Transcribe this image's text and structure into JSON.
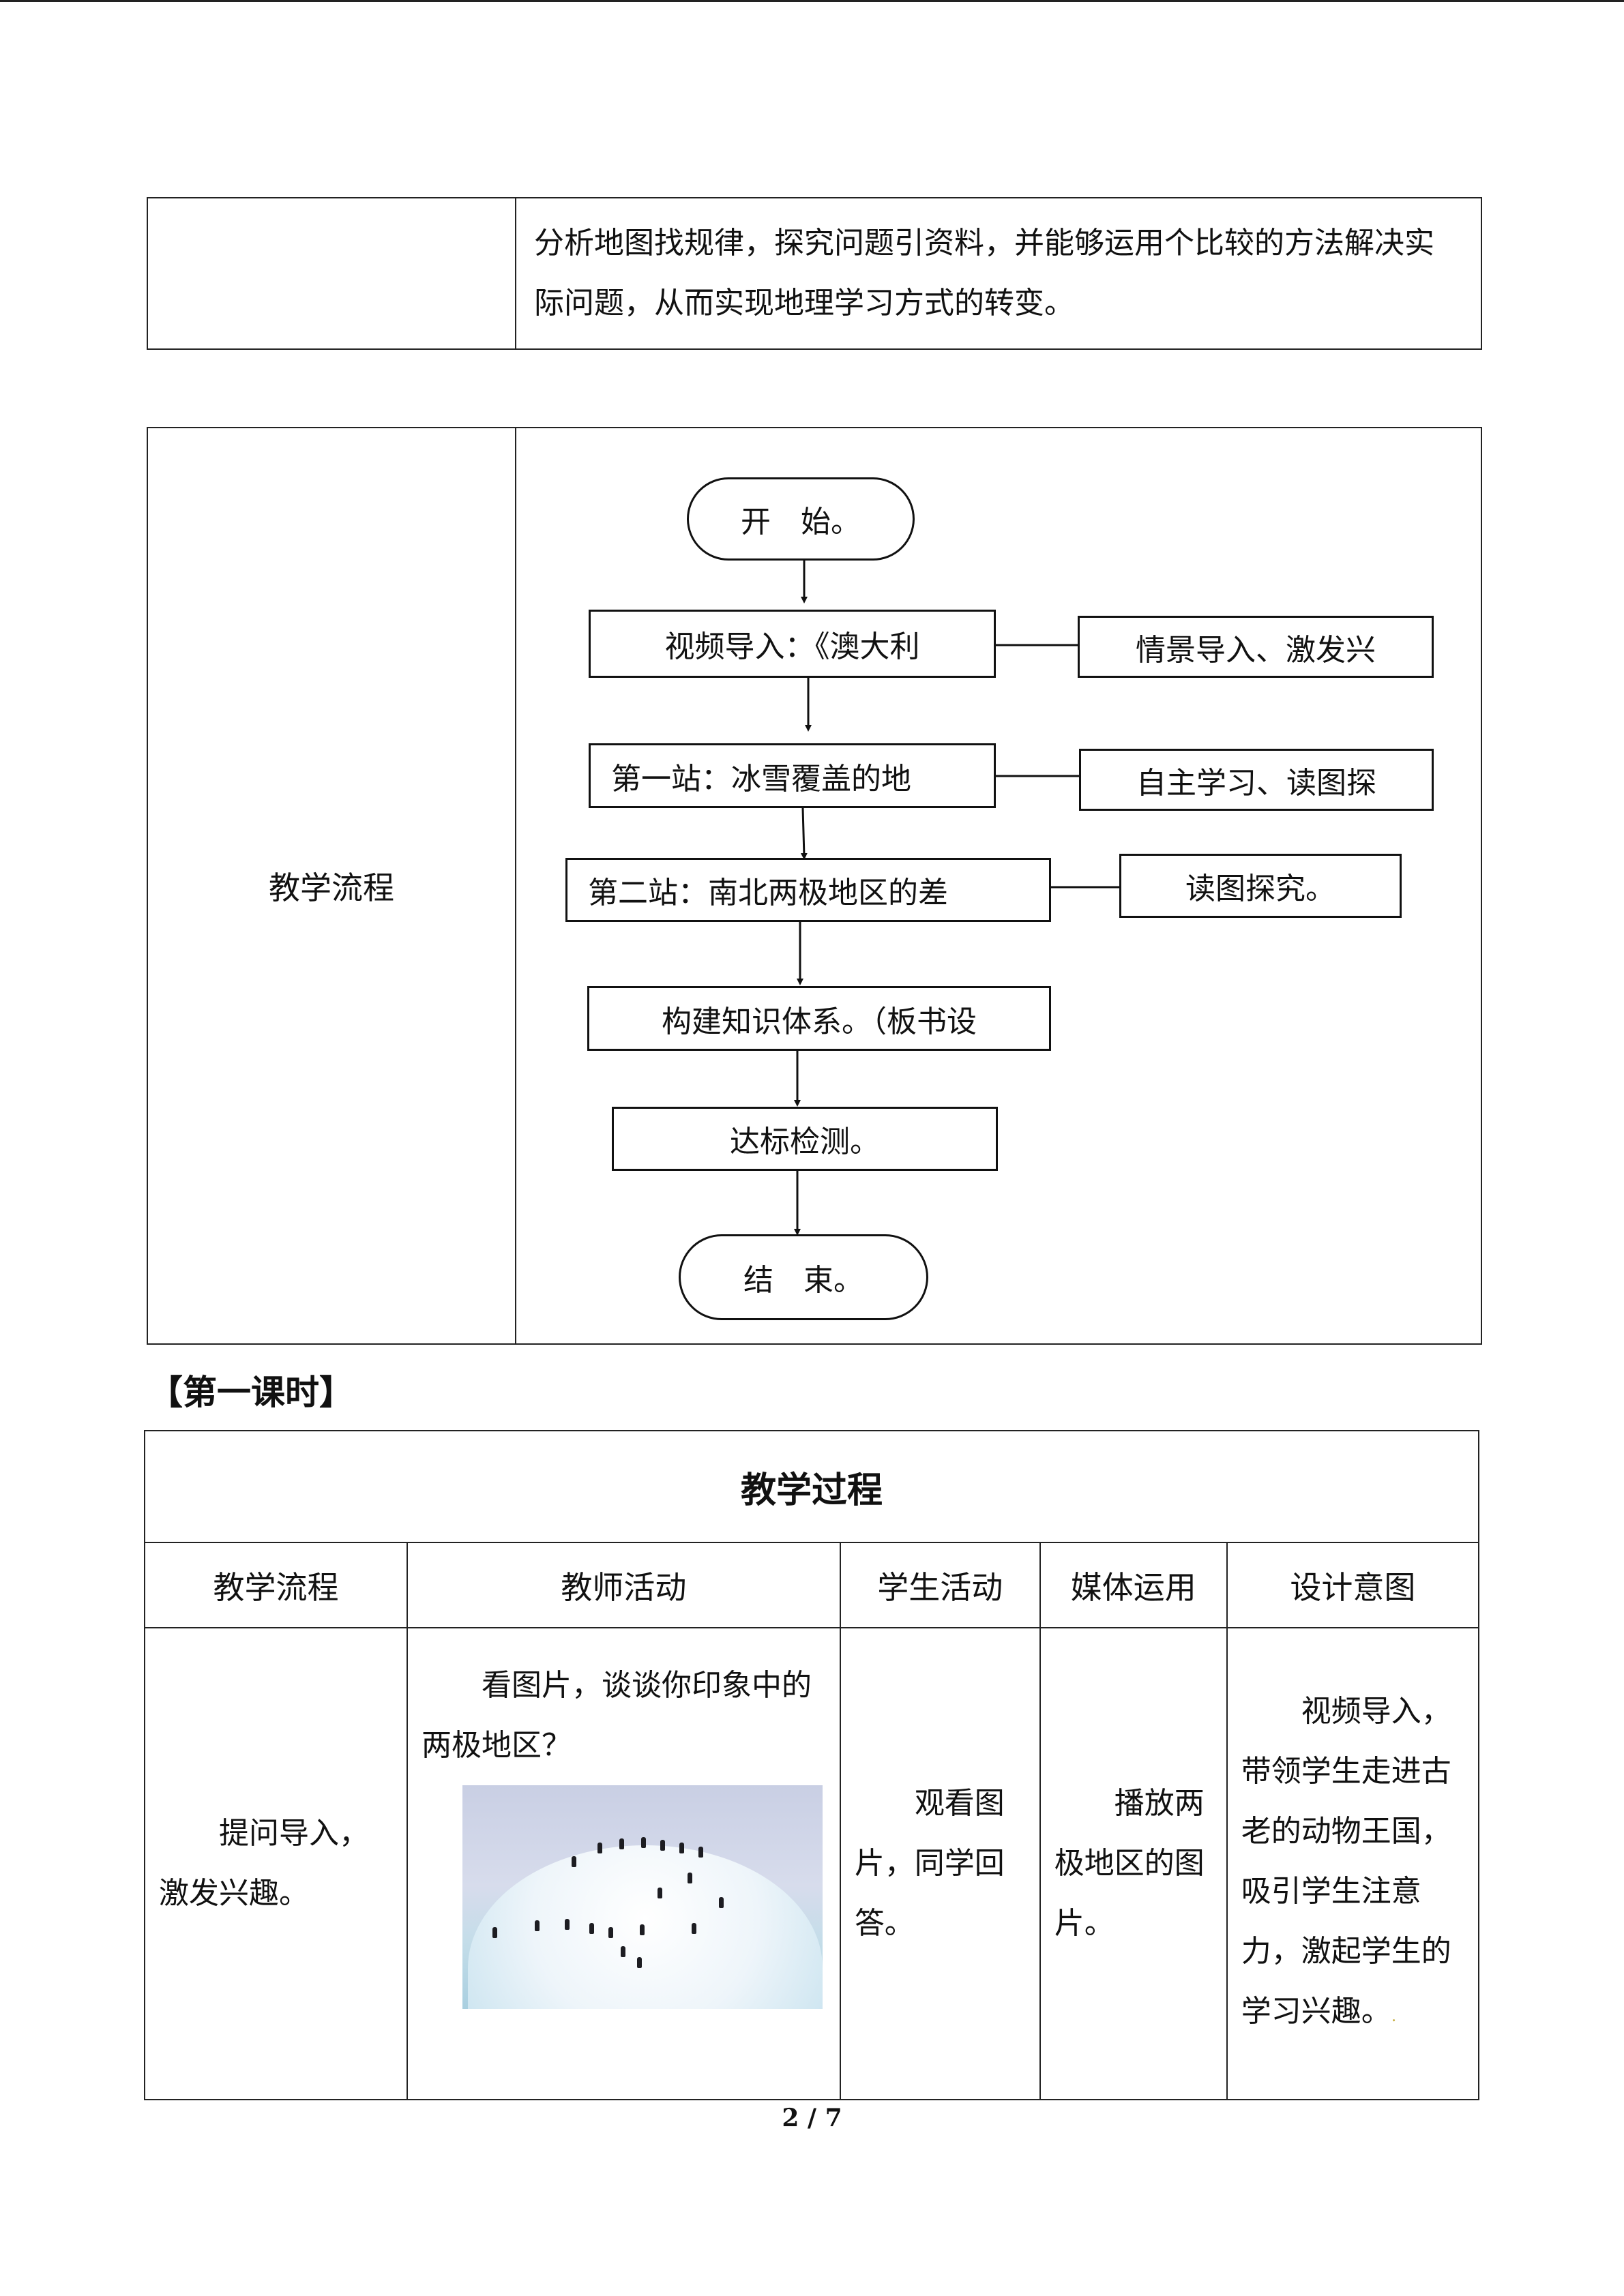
{
  "objectives_row": {
    "text": "分析地图找规律，探究问题引资料，并能够运用个比较的方法解决实际问题，从而实现地理学习方式的转变。"
  },
  "flow_section": {
    "label": "教学流程",
    "steps": {
      "start": "开　始。",
      "video": "视频导入：《澳大利",
      "station1": "第一站：冰雪覆盖的地",
      "station2": "第二站：南北两极地区的差",
      "build": "构建知识体系。（板书设",
      "test": "达标检测。",
      "end": "结　束。"
    },
    "notes": {
      "video": "情景导入、激发兴",
      "station1": "自主学习、读图探",
      "station2": "读图探究。"
    }
  },
  "lesson_heading": "【第一课时】",
  "process_table": {
    "title": "教学过程",
    "headers": [
      "教学流程",
      "教师活动",
      "学生活动",
      "媒体运用",
      "设计意图"
    ],
    "row": {
      "flow": "提问导入，激发兴趣。",
      "teacher": "看图片，谈谈你印象中的两极地区？",
      "student": "观看图片，同学回答。",
      "media": "播放两极地区的图片。",
      "intent": "视频导入，带领学生走进古老的动物王国，吸引学生注意力，激起学生的学习兴趣。",
      "intent_mark": "."
    }
  },
  "page_number": "2 / 7"
}
